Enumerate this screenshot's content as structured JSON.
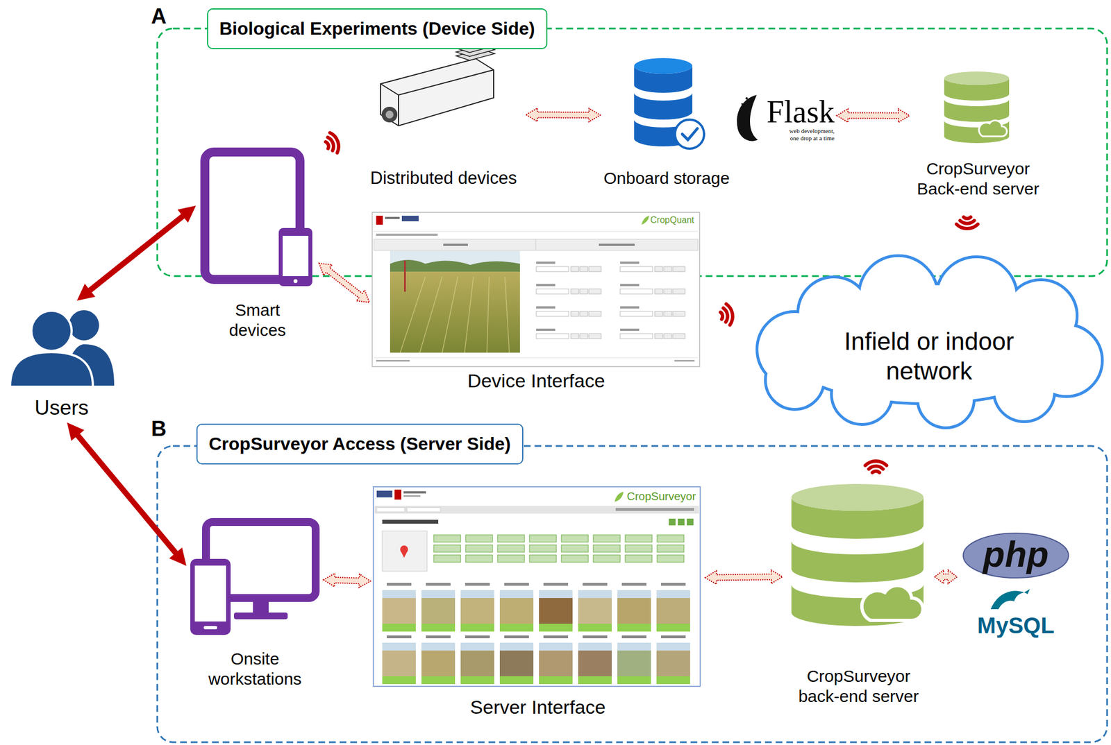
{
  "diagram": {
    "nodes": [
      {
        "text": [
          "Biological Experiments (Device Side)"
        ]
      },
      {
        "text": [
          "Smart devices"
        ],
        "in": 0
      },
      {
        "text": [
          "Distributed devices"
        ],
        "in": 0
      },
      {
        "text": [
          "Onboard storage"
        ],
        "in": 0
      },
      {
        "text": [
          "Flask",
          "web development, one drop at a time"
        ],
        "in": 0
      },
      {
        "text": [
          "CropSurveyor Back-end server"
        ],
        "in": 0
      },
      {
        "text": [
          "Device Interface"
        ],
        "in": 0
      },
      {
        "text": [
          "Infield or indoor network"
        ]
      },
      {
        "text": [
          "Users"
        ]
      },
      {
        "text": [
          "CropSurveyor Access (Server Side)"
        ]
      },
      {
        "text": [
          "Onsite workstations"
        ],
        "in": 9
      },
      {
        "text": [
          "Server Interface"
        ],
        "in": 9
      },
      {
        "text": [
          "CropSurveyor back-end server"
        ],
        "in": 9
      },
      {
        "text": [
          "php",
          "MySQL"
        ],
        "in": 9
      }
    ],
    "edges": [
      {
        "from": 8,
        "to": 1,
        "arrow": "both"
      },
      {
        "from": 8,
        "to": 10,
        "arrow": "both"
      },
      {
        "from": 1,
        "to": 6,
        "arrow": "both"
      },
      {
        "from": 2,
        "to": 3,
        "arrow": "both"
      },
      {
        "from": 4,
        "to": 5,
        "arrow": "both"
      },
      {
        "from": 10,
        "to": 11,
        "arrow": "both"
      },
      {
        "from": 11,
        "to": 12,
        "arrow": "both"
      },
      {
        "from": 12,
        "to": 13,
        "arrow": "both"
      }
    ],
    "labels": [
      "A",
      "B",
      "CropQuant",
      "CropSurveyor"
    ]
  }
}
